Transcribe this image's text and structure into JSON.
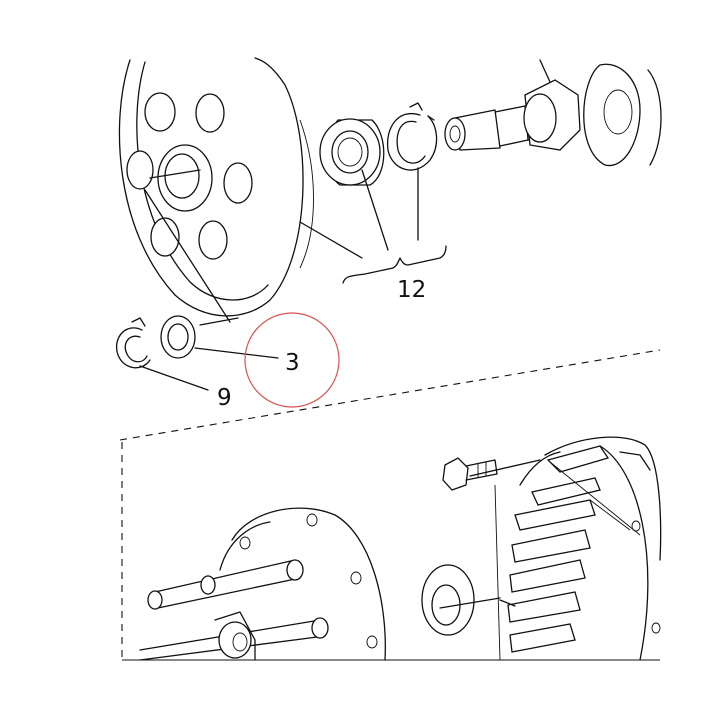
{
  "callouts": [
    {
      "id": "12",
      "label": "12"
    },
    {
      "id": "3",
      "label": "3"
    },
    {
      "id": "9",
      "label": "9"
    }
  ],
  "highlight": {
    "target": "3",
    "color": "#d9534f"
  },
  "colors": {
    "line": "#111111",
    "background": "#ffffff"
  }
}
